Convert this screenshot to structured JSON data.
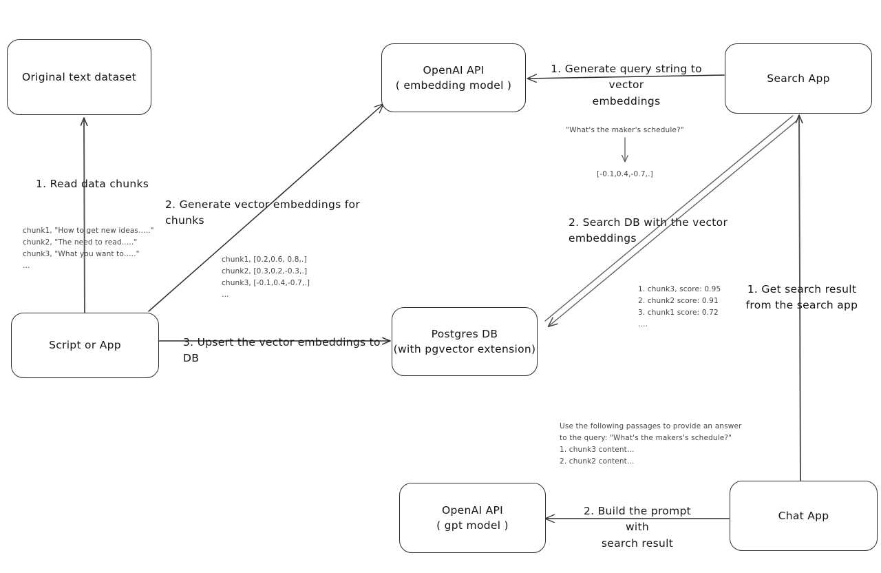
{
  "diagram": {
    "title": "Vector embeddings search and chat architecture",
    "stroke_color": "#2b2b2b",
    "annotation_color": "#444444",
    "background": "#ffffff"
  },
  "nodes": {
    "original_dataset": {
      "label": "Original text dataset"
    },
    "script_or_app": {
      "label": "Script or App"
    },
    "openai_embedding": {
      "line1": "OpenAI API",
      "line2": "( embedding model )"
    },
    "postgres_db": {
      "line1": "Postgres DB",
      "line2": "(with pgvector extension)"
    },
    "search_app": {
      "label": "Search App"
    },
    "chat_app": {
      "label": "Chat App"
    },
    "openai_gpt": {
      "line1": "OpenAI API",
      "line2": "( gpt model )"
    }
  },
  "edge_labels": {
    "read_data_chunks": "1. Read data chunks",
    "generate_vector_embeddings": "2. Generate vector embeddings for chunks",
    "upsert_to_db": "3. Upsert the vector embeddings  to DB",
    "generate_query_string": "1. Generate query string to vector\nembeddings",
    "search_db": "2. Search DB with the vector embeddings",
    "get_search_result": "1. Get search result\nfrom the search app",
    "build_prompt": "2. Build the prompt with\nsearch result"
  },
  "annotations": {
    "raw_chunks": "chunk1, \"How to get new ideas…..\"\nchunk2, \"The need to read…..\"\nchunk3, \"What you want to…..\"\n…",
    "embedded_chunks": "chunk1, [0.2,0.6, 0.8,.]\nchunk2, [0.3,0.2,-0.3,.]\nchunk3, [-0.1,0.4,-0.7,.]\n…",
    "query_string": "\"What's the maker's schedule?\"",
    "query_vector": "[-0.1,0.4,-0.7,.]",
    "search_results": "1. chunk3, score: 0.95\n2. chunk2 score: 0.91\n3. chunk1 score: 0.72\n….",
    "prompt_text": "Use the following passages to provide an answer\nto the query: \"What's the makers's schedule?\"\n1. chunk3 content…\n2. chunk2 content…"
  }
}
